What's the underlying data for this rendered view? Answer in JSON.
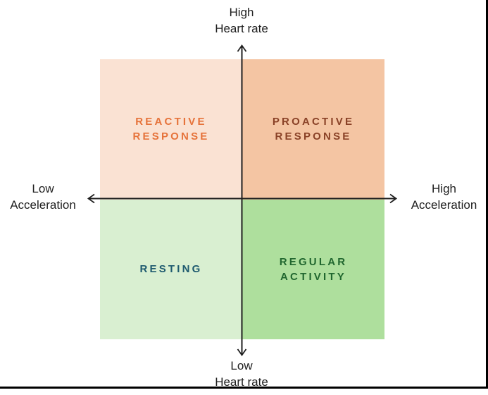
{
  "diagram": {
    "type": "quadrant-matrix",
    "axis_color": "#1f1f1f",
    "frame_color": "#000000",
    "y_axis": {
      "top_line1": "High",
      "top_line2": "Heart rate",
      "bottom_line1": "Low",
      "bottom_line2": "Heart rate"
    },
    "x_axis": {
      "left_line1": "Low",
      "left_line2": "Acceleration",
      "right_line1": "High",
      "right_line2": "Acceleration"
    },
    "quadrants": [
      {
        "position": "top-left",
        "line1": "REACTIVE",
        "line2": "RESPONSE",
        "bg": "#fae2d3",
        "fg": "#e6733b"
      },
      {
        "position": "top-right",
        "line1": "PROACTIVE",
        "line2": "RESPONSE",
        "bg": "#f4c5a3",
        "fg": "#8a4227"
      },
      {
        "position": "bottom-left",
        "line1": "RESTING",
        "line2": "",
        "bg": "#d9efd1",
        "fg": "#1e5a6f"
      },
      {
        "position": "bottom-right",
        "line1": "REGULAR",
        "line2": "ACTIVITY",
        "bg": "#aedf9d",
        "fg": "#21672f"
      }
    ]
  }
}
